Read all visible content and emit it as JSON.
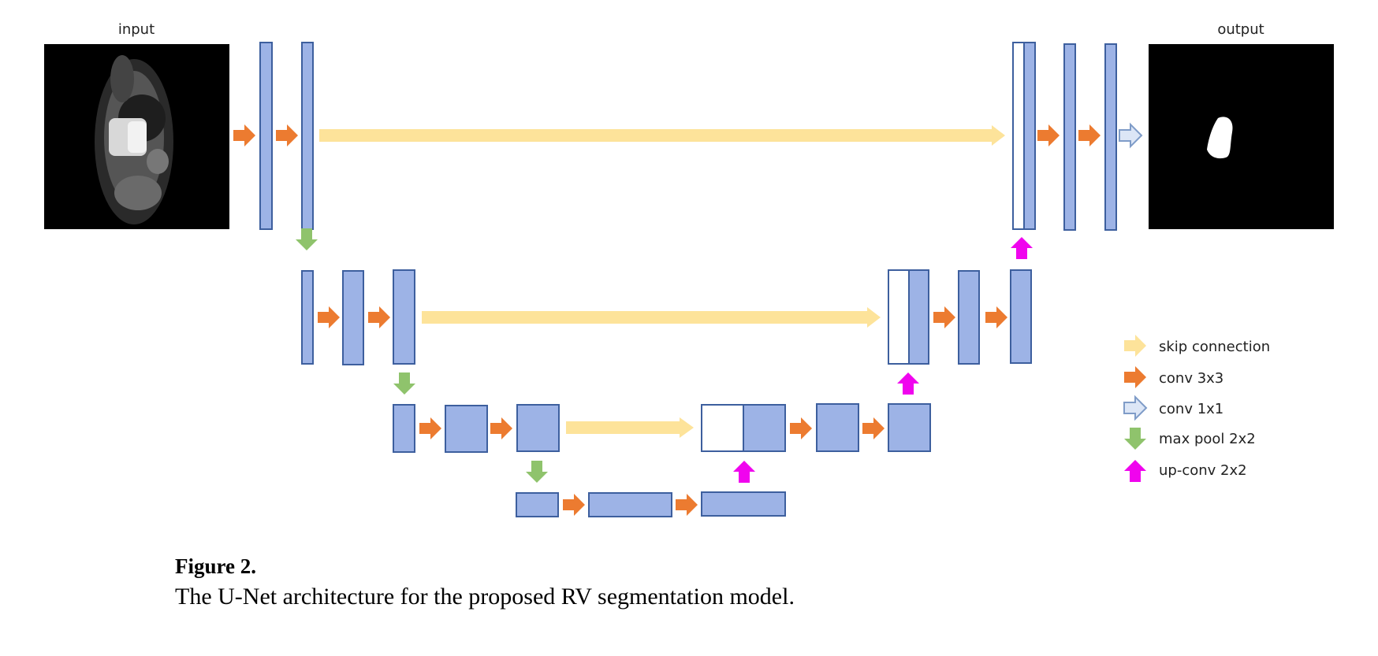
{
  "labels": {
    "input": "input",
    "output": "output"
  },
  "legend": [
    {
      "key": "skip",
      "label": "skip connection"
    },
    {
      "key": "conv3",
      "label": "conv 3x3"
    },
    {
      "key": "conv1",
      "label": "conv 1x1"
    },
    {
      "key": "pool",
      "label": "max pool 2x2"
    },
    {
      "key": "up",
      "label": "up-conv 2x2"
    }
  ],
  "caption": {
    "title": "Figure 2.",
    "text": "The U-Net architecture for the proposed RV segmentation model."
  },
  "colors": {
    "block_fill": "#9db3e6",
    "block_stroke": "#3d5f9e",
    "skip": "#fde39a",
    "conv3": "#ec7b30",
    "conv1_fill": "#dce6f6",
    "conv1_stroke": "#7f9cc8",
    "pool": "#8fc36c",
    "up": "#f004ee"
  }
}
